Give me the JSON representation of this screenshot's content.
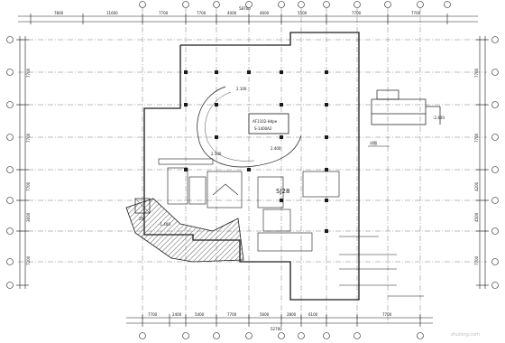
{
  "drawing": {
    "top_dimensions": [
      "7800",
      "11600",
      "7700",
      "7700",
      "4000",
      "4600",
      "5500",
      "7700",
      "7700"
    ],
    "top_total": "58700",
    "bottom_dimensions": [
      "7700",
      "2400",
      "5400",
      "7700",
      "5600",
      "2800",
      "6100",
      "7700"
    ],
    "bottom_total": "52700",
    "left_dimensions": [
      "7700",
      "7700",
      "7700",
      "3600",
      "7200"
    ],
    "right_dimensions": [
      "7700",
      "7700",
      "4200",
      "4500",
      "7700"
    ],
    "room_label": "SJ28",
    "center_box": [
      "AF1102-Hdpe",
      "S-1400A2"
    ],
    "stair_label": "2%",
    "detail_caption": "详图",
    "small_labels": [
      "2.100",
      "2.400",
      "2.500",
      "-1.400",
      "-2.400"
    ],
    "watermark": "zhulong.com"
  },
  "colors": {
    "line": "#1a1a1a",
    "hatch": "#333333",
    "watermark": "#c8c8c8"
  }
}
